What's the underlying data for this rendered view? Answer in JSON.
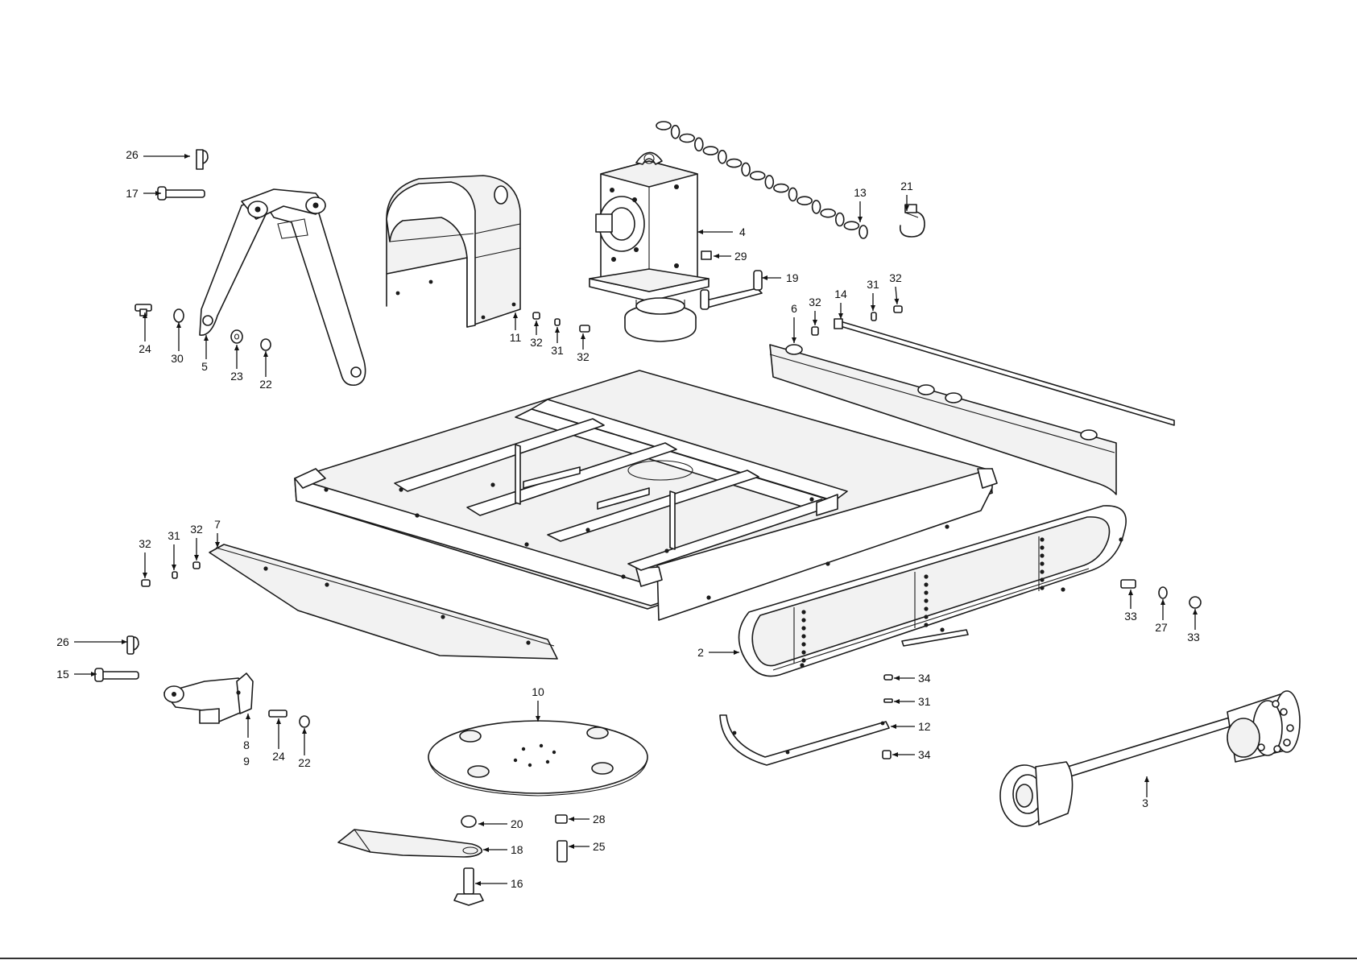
{
  "colors": {
    "background": "#ffffff",
    "line": "#1a1a1a",
    "accent": "#f2f2f2"
  },
  "callouts": [
    {
      "id": "c26a",
      "label": "26"
    },
    {
      "id": "c17",
      "label": "17"
    },
    {
      "id": "c24a",
      "label": "24"
    },
    {
      "id": "c30",
      "label": "30"
    },
    {
      "id": "c5",
      "label": "5"
    },
    {
      "id": "c23",
      "label": "23"
    },
    {
      "id": "c22a",
      "label": "22"
    },
    {
      "id": "c11",
      "label": "11"
    },
    {
      "id": "c32a",
      "label": "32"
    },
    {
      "id": "c31a",
      "label": "31"
    },
    {
      "id": "c32b",
      "label": "32"
    },
    {
      "id": "c4",
      "label": "4"
    },
    {
      "id": "c29",
      "label": "29"
    },
    {
      "id": "c19",
      "label": "19"
    },
    {
      "id": "c13",
      "label": "13"
    },
    {
      "id": "c21",
      "label": "21"
    },
    {
      "id": "c6",
      "label": "6"
    },
    {
      "id": "c32c",
      "label": "32"
    },
    {
      "id": "c14",
      "label": "14"
    },
    {
      "id": "c31b",
      "label": "31"
    },
    {
      "id": "c32d",
      "label": "32"
    },
    {
      "id": "c32e",
      "label": "32"
    },
    {
      "id": "c31c",
      "label": "31"
    },
    {
      "id": "c32f",
      "label": "32"
    },
    {
      "id": "c7",
      "label": "7"
    },
    {
      "id": "c26b",
      "label": "26"
    },
    {
      "id": "c15",
      "label": "15"
    },
    {
      "id": "c8",
      "label": "8"
    },
    {
      "id": "c9",
      "label": "9"
    },
    {
      "id": "c24b",
      "label": "24"
    },
    {
      "id": "c22b",
      "label": "22"
    },
    {
      "id": "c2",
      "label": "2"
    },
    {
      "id": "c10",
      "label": "10"
    },
    {
      "id": "c33a",
      "label": "33"
    },
    {
      "id": "c27",
      "label": "27"
    },
    {
      "id": "c33b",
      "label": "33"
    },
    {
      "id": "c34a",
      "label": "34"
    },
    {
      "id": "c31d",
      "label": "31"
    },
    {
      "id": "c12",
      "label": "12"
    },
    {
      "id": "c34b",
      "label": "34"
    },
    {
      "id": "c3",
      "label": "3"
    },
    {
      "id": "c20",
      "label": "20"
    },
    {
      "id": "c28",
      "label": "28"
    },
    {
      "id": "c18",
      "label": "18"
    },
    {
      "id": "c25",
      "label": "25"
    },
    {
      "id": "c16",
      "label": "16"
    }
  ]
}
